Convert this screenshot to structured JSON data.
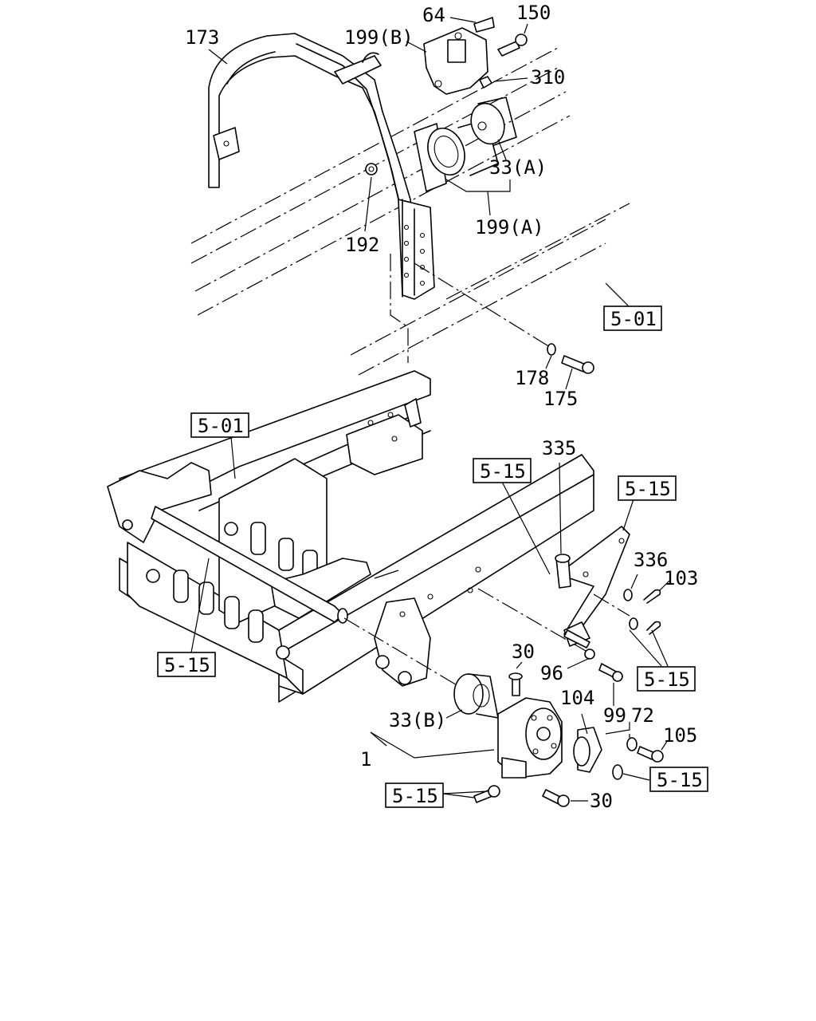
{
  "labels": {
    "p173": "173",
    "p64": "64",
    "p150": "150",
    "p199b": "199(B)",
    "p310": "310",
    "p33a": "33(A)",
    "p199a": "199(A)",
    "p192": "192",
    "p178": "178",
    "p175": "175",
    "p335": "335",
    "p336": "336",
    "p103": "103",
    "p30a": "30",
    "p96": "96",
    "p99": "99",
    "p104": "104",
    "p72": "72",
    "p105": "105",
    "p33b": "33(B)",
    "p1": "1",
    "p30b": "30"
  },
  "refs": {
    "r501a": "5-01",
    "r501b": "5-01",
    "r515a": "5-15",
    "r515b": "5-15",
    "r515c": "5-15",
    "r515d": "5-15",
    "r515e": "5-15",
    "r515f": "5-15"
  }
}
